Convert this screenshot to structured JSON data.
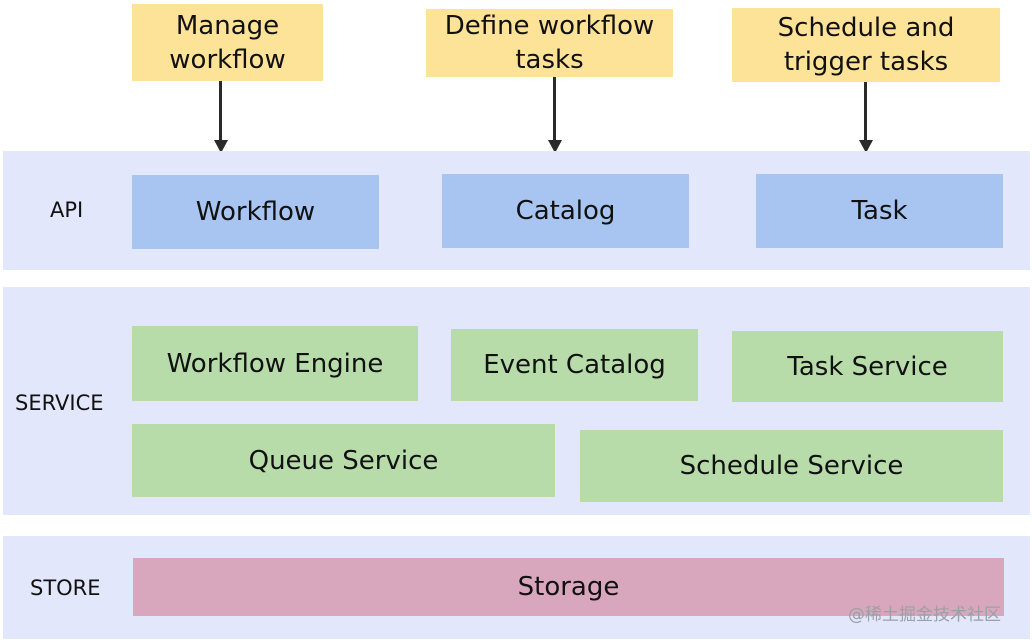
{
  "notes": [
    {
      "text": "Manage\nworkflow"
    },
    {
      "text": "Define workflow\ntasks"
    },
    {
      "text": "Schedule and\ntrigger tasks"
    }
  ],
  "layers": {
    "api": {
      "label": "API",
      "boxes": [
        "Workflow",
        "Catalog",
        "Task"
      ]
    },
    "service": {
      "label": "SERVICE",
      "boxes": [
        "Workflow Engine",
        "Event Catalog",
        "Task Service",
        "Queue Service",
        "Schedule Service"
      ]
    },
    "store": {
      "label": "STORE",
      "boxes": [
        "Storage"
      ]
    }
  },
  "watermark": "@稀土掘金技术社区",
  "colors": {
    "note": "#fde398",
    "layer_background": "#e3e7fb",
    "api_box": "#a8c4f0",
    "service_box": "#b7dcaa",
    "store_box": "#d9a7bd"
  }
}
